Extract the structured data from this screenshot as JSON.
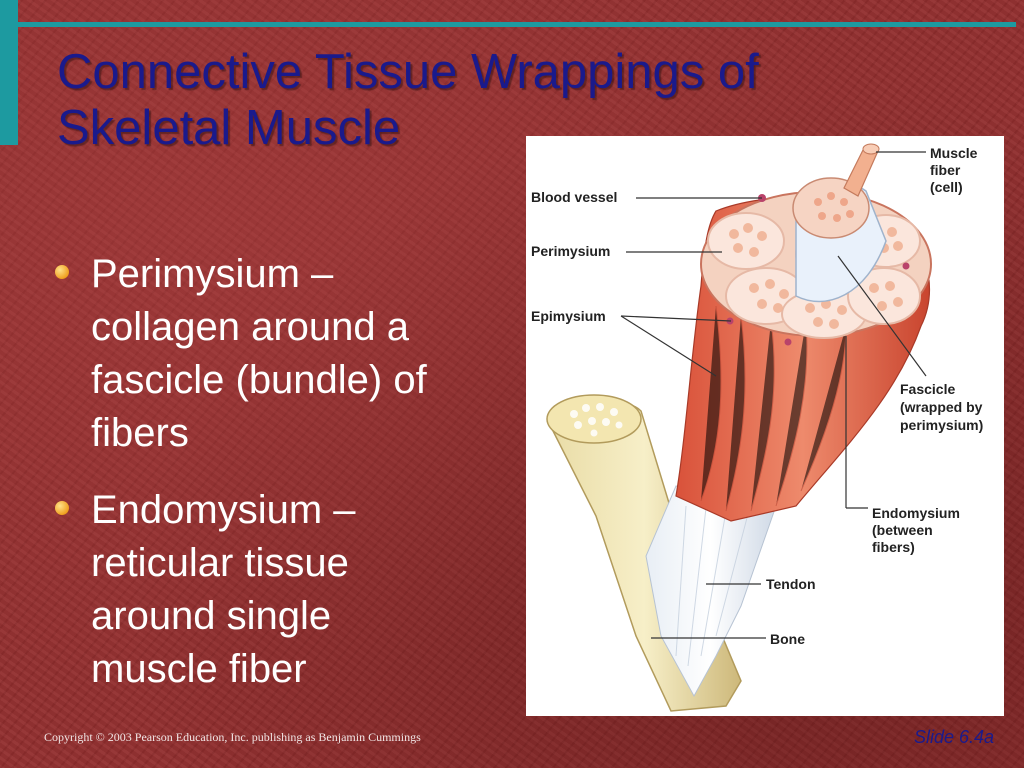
{
  "slide": {
    "title_line1": "Connective Tissue Wrappings of",
    "title_line2": "Skeletal Muscle",
    "bullets": [
      {
        "text": "Perimysium –\ncollagen around a\nfascicle (bundle) of\nfibers"
      },
      {
        "text": "Endomysium –\nreticular tissue\naround single\nmuscle fiber"
      }
    ],
    "footer": {
      "copyright": "Copyright © 2003 Pearson Education, Inc. publishing as Benjamin Cummings",
      "slide_number": "Slide 6.4a"
    },
    "colors": {
      "background": "#922e2e",
      "accent_teal": "#1d9aa0",
      "title": "#1a1a8c",
      "bullet": "#f0a020"
    }
  },
  "figure": {
    "labels": {
      "muscle_fiber_1": "Muscle",
      "muscle_fiber_2": "fiber",
      "muscle_fiber_3": "(cell)",
      "blood_vessel": "Blood vessel",
      "perimysium": "Perimysium",
      "epimysium": "Epimysium",
      "fascicle_1": "Fascicle",
      "fascicle_2": "(wrapped by",
      "fascicle_3": "perimysium)",
      "endomysium_1": "Endomysium",
      "endomysium_2": "(between",
      "endomysium_3": "fibers)",
      "tendon": "Tendon",
      "bone": "Bone"
    }
  }
}
